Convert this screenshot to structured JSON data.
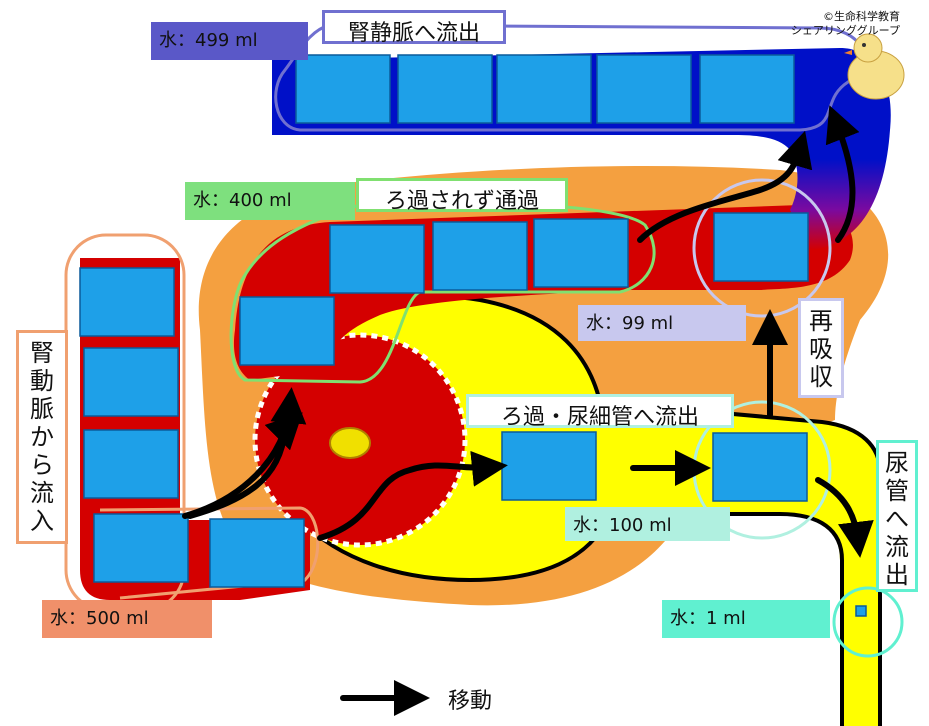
{
  "copyright": {
    "line1": "©生命科学教育",
    "line2": "シェアリンググループ"
  },
  "stages": {
    "inflow": {
      "title_chars": [
        "腎",
        "動",
        "脈",
        "か",
        "ら",
        "流",
        "入"
      ],
      "water": "水：500 ml"
    },
    "bypass": {
      "title": "ろ過されず通過",
      "water": "水：400 ml"
    },
    "outflow_vein": {
      "title": "腎静脈へ流出",
      "water": "水：499 ml"
    },
    "filtration": {
      "title": "ろ過・尿細管へ流出",
      "water": "水：100 ml"
    },
    "reabsorption": {
      "title_chars": [
        "再",
        "吸",
        "収"
      ],
      "water": "水：99 ml"
    },
    "urine": {
      "title_chars": [
        "尿",
        "管",
        "へ",
        "流",
        "出"
      ],
      "water": "水：1 ml"
    }
  },
  "legend": {
    "label": "移動"
  },
  "colors": {
    "artery_red": "#d40000",
    "vein_blue": "#0010c8",
    "tubule_yellow": "#ffff00",
    "capsule_orange": "#f4a040",
    "water_block": "#1ea0e8",
    "inflow_accent": "#f0a070",
    "bypass_accent": "#80e070",
    "vein_accent": "#7070d0",
    "reabsorb_accent": "#c8c8ee",
    "filtrate_accent": "#b0f0e0",
    "urine_accent": "#60f0d0"
  }
}
